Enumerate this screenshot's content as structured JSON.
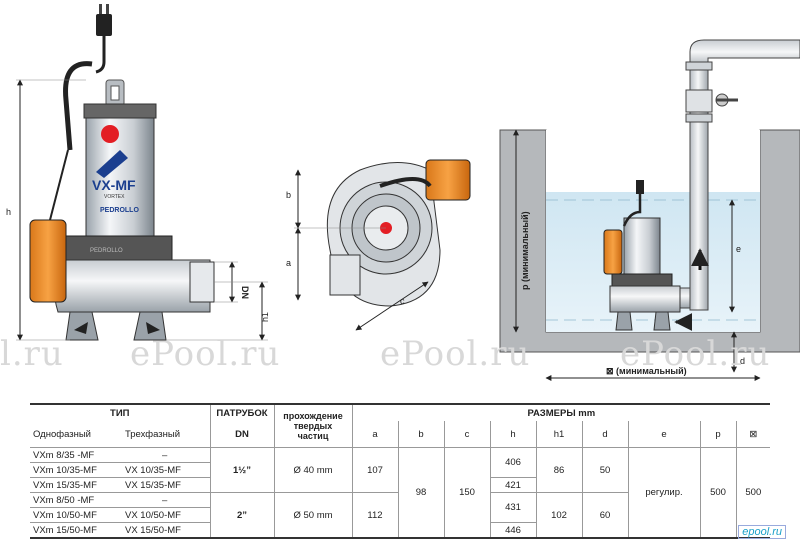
{
  "drawing": {
    "dims": {
      "h": "h",
      "h1": "h1",
      "dn": "DN",
      "a": "a",
      "b": "b",
      "c": "c",
      "p_min": "p (минимальный)",
      "sq_min": "⊠ (минимальный)",
      "e": "e",
      "d": "d"
    },
    "pump_label": "VX-MF",
    "pump_sub": "VORTEX",
    "pump_brand": "PEDROLLO",
    "watermark": "ePool.ru",
    "watermark_part": "l.ru"
  },
  "table": {
    "headers": {
      "type": "ТИП",
      "outlet": "ПАТРУБОК",
      "passage": "прохождение твердых частиц",
      "sizes": "РАЗМЕРЫ mm",
      "single_phase": "Однофазный",
      "three_phase": "Трехфазный",
      "dn": "DN",
      "a": "a",
      "b": "b",
      "c": "c",
      "h": "h",
      "h1": "h1",
      "d": "d",
      "e": "e",
      "p": "p",
      "sq": "⊠"
    },
    "rows": [
      {
        "single": "VXm 8/35  -MF",
        "three": "–",
        "h": "406"
      },
      {
        "single": "VXm 10/35-MF",
        "three": "VX 10/35-MF",
        "h": ""
      },
      {
        "single": "VXm 15/35-MF",
        "three": "VX 15/35-MF",
        "h": "421"
      },
      {
        "single": "VXm 8/50  -MF",
        "three": "–",
        "h": "431"
      },
      {
        "single": "VXm 10/50-MF",
        "three": "VX 10/50-MF",
        "h": ""
      },
      {
        "single": "VXm 15/50-MF",
        "three": "VX 15/50-MF",
        "h": "446"
      }
    ],
    "group1": {
      "dn": "1½”",
      "passage": "Ø 40 mm",
      "a": "107",
      "h1": "86",
      "d": "50"
    },
    "group2": {
      "dn": "2”",
      "passage": "Ø 50 mm",
      "a": "112",
      "h1": "102",
      "d": "60"
    },
    "shared": {
      "b": "98",
      "c": "150",
      "e": "регулир.",
      "p": "500",
      "sq": "500"
    }
  },
  "brand": "epool.ru"
}
